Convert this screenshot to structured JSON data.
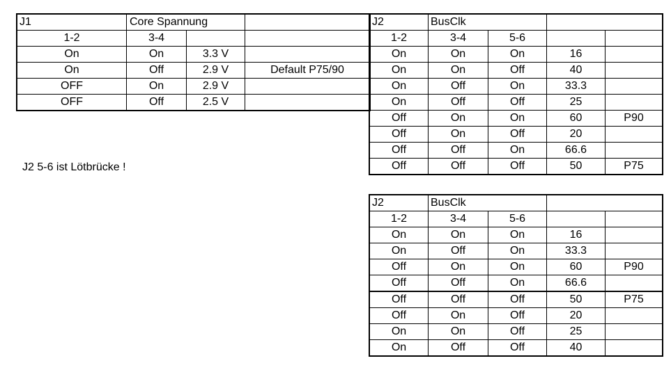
{
  "j1": {
    "label": "J1",
    "title": "Core Spannung",
    "columns": [
      "1-2",
      "3-4",
      "",
      ""
    ],
    "rows": [
      [
        "On",
        "On",
        "3.3 V",
        ""
      ],
      [
        "On",
        "Off",
        "2.9 V",
        "Default P75/90"
      ],
      [
        "OFF",
        "On",
        "2.9 V",
        ""
      ],
      [
        "OFF",
        "Off",
        "2.5 V",
        ""
      ]
    ]
  },
  "j2a": {
    "label": "J2",
    "title": "BusClk",
    "columns": [
      "1-2",
      "3-4",
      "5-6",
      "",
      ""
    ],
    "rows": [
      [
        "On",
        "On",
        "On",
        "16",
        ""
      ],
      [
        "On",
        "On",
        "Off",
        "40",
        ""
      ],
      [
        "On",
        "Off",
        "On",
        "33.3",
        ""
      ],
      [
        "On",
        "Off",
        "Off",
        "25",
        ""
      ],
      [
        "Off",
        "On",
        "On",
        "60",
        "P90"
      ],
      [
        "Off",
        "On",
        "Off",
        "20",
        ""
      ],
      [
        "Off",
        "Off",
        "On",
        "66.6",
        ""
      ],
      [
        "Off",
        "Off",
        "Off",
        "50",
        "P75"
      ]
    ]
  },
  "j2b": {
    "label": "J2",
    "title": "BusClk",
    "columns": [
      "1-2",
      "3-4",
      "5-6",
      "",
      ""
    ],
    "rows": [
      [
        "On",
        "On",
        "On",
        "16",
        ""
      ],
      [
        "On",
        "Off",
        "On",
        "33.3",
        ""
      ],
      [
        "Off",
        "On",
        "On",
        "60",
        "P90"
      ],
      [
        "Off",
        "Off",
        "On",
        "66.6",
        ""
      ],
      [
        "Off",
        "Off",
        "Off",
        "50",
        "P75"
      ],
      [
        "Off",
        "On",
        "Off",
        "20",
        ""
      ],
      [
        "On",
        "On",
        "Off",
        "25",
        ""
      ],
      [
        "On",
        "Off",
        "Off",
        "40",
        ""
      ]
    ]
  },
  "note": "J2 5-6  ist Lötbrücke !"
}
